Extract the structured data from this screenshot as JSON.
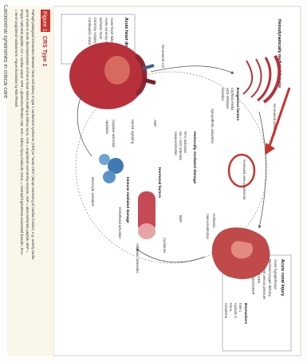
{
  "running_header": "Cardiorenal syndromes in critical care",
  "figure": {
    "label": "Figure 1",
    "title": "CRS Type 1",
    "caption_lines": [
      "Pathophysiological interactions between heart and kidney in type 1 cardiorenal syndrome (CRS) or \"acute CRS\" (abrupt worsening of cardiac function, e.g. acutely cardio-",
      "genic shock or acute decompensation of chronic heart failure) leading to kidney injury. ACE = angiotensin-converting enzyme; ANP = atrial natriuretic peptide; BNP =",
      "B-type natriuretic peptide; CO = cardiac output; GFR = glomerular filtration rate; KIM = kidney injury molecule; NGAL = neutrophil gelatinase-associated lipocalin; RAA",
      "= renin-angiotensin-aldosterone. Figure illustration by Rob Flewell."
    ]
  },
  "diagram": {
    "heart_box": {
      "title": "Acute heart disease or procedures",
      "items": [
        "Acute heart failure",
        "Acute coronary syndrome",
        "Ischemic heart",
        "Coronary surgery",
        "Cardiogenic shock"
      ]
    },
    "kidney_box": {
      "title": "Acute renal injury",
      "items": [
        "Acute hypoperfusion",
        "Reduced oxygen delivery",
        "Increased venous pressure",
        "Decreased GFR",
        "Increased Na/H2O/BNP"
      ]
    },
    "biomarkers": {
      "title": "Biomarkers",
      "items": [
        "KIM-1",
        "Cystatin C",
        "NGAL",
        "Creatinine"
      ]
    },
    "labels": {
      "hemodynamic": "Hemodynamically mediated damage",
      "exogenous": "Exogenous factors",
      "exogenous_items": [
        "Contrast media",
        "ACE inhibitors",
        "Diuretics"
      ],
      "decreased_pressure": "Decreased pressure",
      "increased_venous": "Increased venous pressure",
      "ischemia": "Ischemia",
      "vasoconstriction": "Vasoconstriction",
      "sympathetic": "Sympathetic activation",
      "humoral": "Humorally mediated damage",
      "raa": "RAA activation",
      "na": "Na + H2O retention",
      "vasoconstriction2": "Vasoconstriction",
      "anp": "ANP",
      "bnp": "BNP",
      "hormonal": "Hormonal factors",
      "immune": "Immune mediated damage",
      "cytokines": "Cytokines",
      "endothelial": "Endothelial activation",
      "monocyte": "Monocyte activation",
      "apoptosis": "Apoptosis",
      "caspase": "Caspase activation",
      "decreased_co": "Decreased CO",
      "neural": "Neural signaling",
      "adhesion": "Adhesion molecules"
    }
  },
  "colors": {
    "accent_red": "#c9342c",
    "heart_red": "#b8313a",
    "kidney": "#c04a4a",
    "immune_blue": "#3f79b3"
  }
}
